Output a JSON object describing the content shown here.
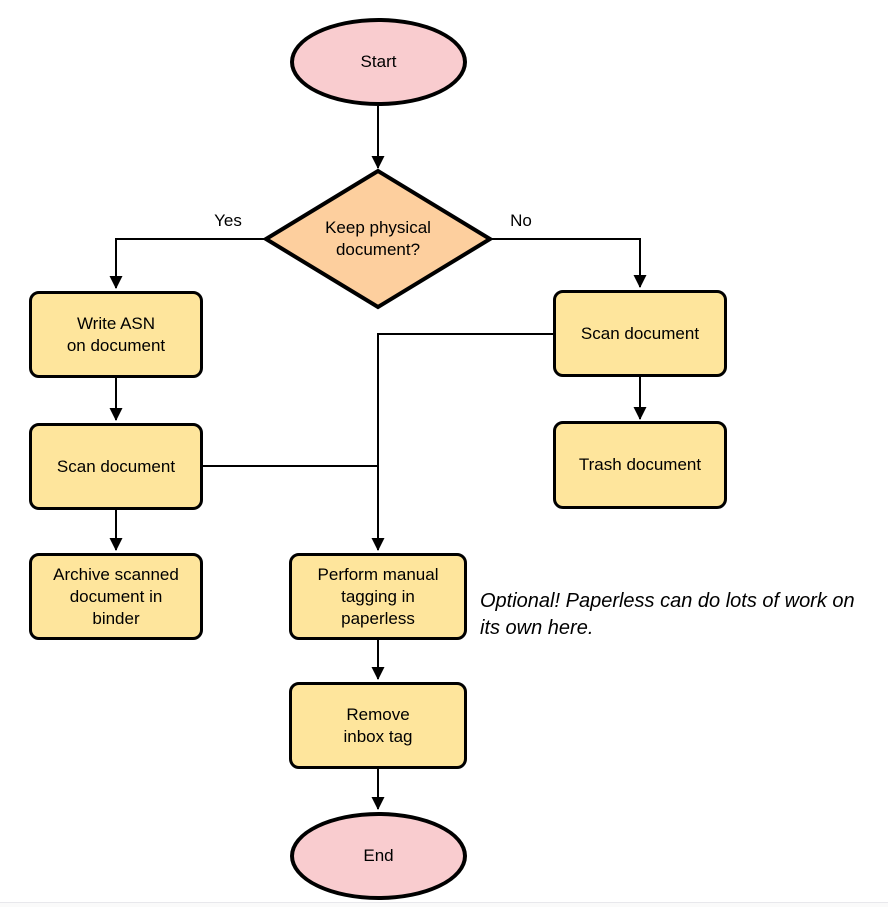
{
  "diagram": {
    "nodes": {
      "start": {
        "label": "Start",
        "type": "terminator"
      },
      "decision": {
        "label": "Keep physical\ndocument?",
        "type": "decision"
      },
      "write_asn": {
        "label": "Write ASN\non document",
        "type": "process"
      },
      "scan_left": {
        "label": "Scan document",
        "type": "process"
      },
      "archive": {
        "label": "Archive scanned\ndocument in\nbinder",
        "type": "process"
      },
      "scan_right": {
        "label": "Scan document",
        "type": "process"
      },
      "trash": {
        "label": "Trash document",
        "type": "process"
      },
      "tagging": {
        "label": "Perform manual\ntagging in\npaperless",
        "type": "process"
      },
      "remove_inbox": {
        "label": "Remove\ninbox tag",
        "type": "process"
      },
      "end": {
        "label": "End",
        "type": "terminator"
      }
    },
    "edge_labels": {
      "yes": "Yes",
      "no": "No"
    },
    "edges": [
      {
        "from": "start",
        "to": "decision",
        "label": ""
      },
      {
        "from": "decision",
        "to": "write_asn",
        "label": "Yes"
      },
      {
        "from": "decision",
        "to": "scan_right",
        "label": "No"
      },
      {
        "from": "write_asn",
        "to": "scan_left",
        "label": ""
      },
      {
        "from": "scan_left",
        "to": "archive",
        "label": ""
      },
      {
        "from": "scan_left",
        "to": "tagging",
        "label": ""
      },
      {
        "from": "scan_right",
        "to": "trash",
        "label": ""
      },
      {
        "from": "scan_right",
        "to": "tagging",
        "label": ""
      },
      {
        "from": "tagging",
        "to": "remove_inbox",
        "label": ""
      },
      {
        "from": "remove_inbox",
        "to": "end",
        "label": ""
      }
    ],
    "annotation": "Optional! Paperless can do lots of work on\nits own here.",
    "colors": {
      "terminator_fill": "#f9cccf",
      "decision_fill": "#fdcf9e",
      "process_fill": "#fee59c",
      "stroke": "#000000"
    }
  }
}
